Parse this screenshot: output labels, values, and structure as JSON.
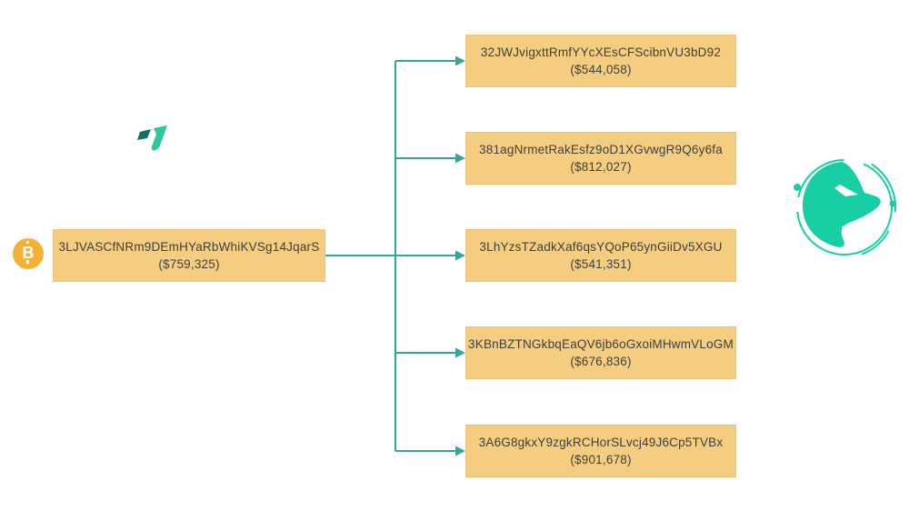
{
  "colors": {
    "node_fill": "#f4cd81",
    "node_border": "#eec47a",
    "node_text": "#3f3f3f",
    "connector": "#33a79a",
    "accent": "#18cfa5",
    "accent_dark": "#136f62",
    "accent_light": "#2ec79e",
    "bitcoin_orange": "#f5b036"
  },
  "icons": {
    "bitcoin_glyph": "B"
  },
  "diagram": {
    "source_node": {
      "address": "3LJVASCfNRm9DEmHYaRbWhiKVSg14JqarS",
      "amount": "($759,325)"
    },
    "output_nodes": [
      {
        "address": "32JWJvigxttRmfYYcXEsCFScibnVU3bD92",
        "amount": "($544,058)"
      },
      {
        "address": "381agNrmetRakEsfz9oD1XGvwgR9Q6y6fa",
        "amount": "($812,027)"
      },
      {
        "address": "3LhYzsTZadkXaf6qsYQoP65ynGiiDv5XGU",
        "amount": "($541,351)"
      },
      {
        "address": "3KBnBZTNGkbqEaQV6jb6oGxoiMHwmVLoGM",
        "amount": "($676,836)"
      },
      {
        "address": "3A6G8gkxY9zgkRCHorSLvcj49J6Cp5TVBx",
        "amount": "($901,678)"
      }
    ]
  }
}
